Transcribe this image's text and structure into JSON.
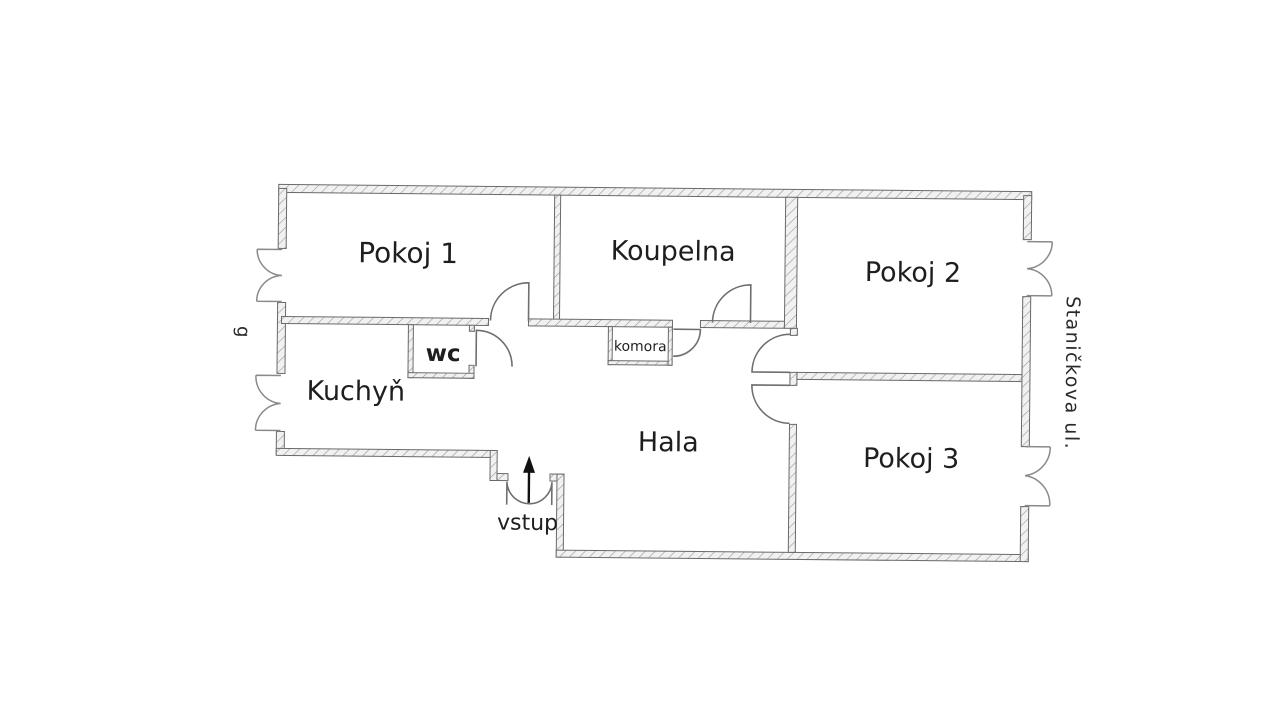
{
  "plan": {
    "rooms": {
      "pokoj1": "Pokoj 1",
      "koupelna": "Koupelna",
      "pokoj2": "Pokoj 2",
      "pokoj3": "Pokoj 3",
      "kuchyn": "Kuchyň",
      "hala": "Hala",
      "wc": "wc",
      "komora": "komora"
    },
    "entrance_label": "vstup",
    "street_label": "Staničkova ul.",
    "edge_fragment": "g",
    "icons": {
      "entrance_arrow_icon": "↑"
    },
    "colors": {
      "background": "#ffffff",
      "wall_outline": "#6a6a6a",
      "wall_hatch": "#9a9a9a",
      "text": "#1e1e1e"
    }
  }
}
